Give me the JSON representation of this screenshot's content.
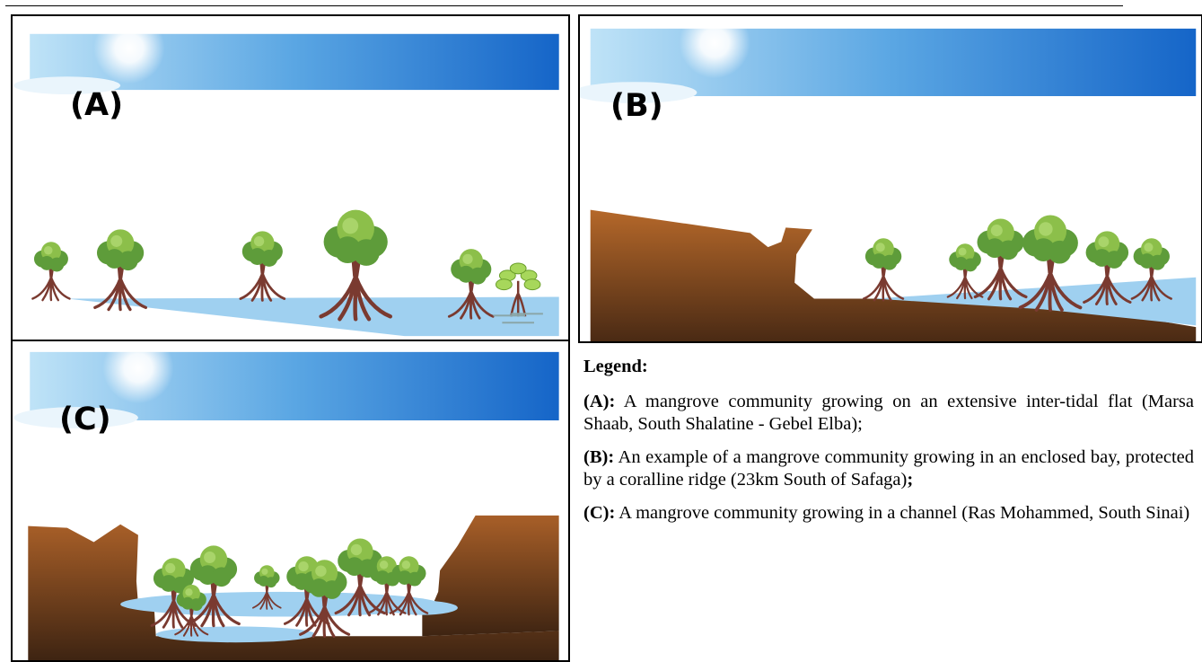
{
  "panels": [
    {
      "id": "A",
      "label": "(A)"
    },
    {
      "id": "B",
      "label": "(B)"
    },
    {
      "id": "C",
      "label": "(C)"
    }
  ],
  "legend": {
    "title": "Legend:",
    "items": [
      {
        "key": "(A):",
        "text": " A mangrove community growing on an extensive inter-tidal flat (Marsa Shaab, South Shalatine - Gebel Elba);"
      },
      {
        "key": "(B):",
        "text": " An example of a mangrove community growing in an enclosed bay, protected by a coralline ridge (23km South of Safaga)",
        "tail": ";"
      },
      {
        "key": "(C):",
        "text": " A mangrove community growing in a channel (Ras Mohammed, South Sinai)"
      }
    ]
  },
  "colors": {
    "sky_top": "#1565c8",
    "sky_light": "#bfe3f7",
    "water": "#9fd0f0",
    "rock_top": "#b5682a",
    "rock_bottom": "#4a2a14",
    "root": "#7a3a30",
    "foliage": "#5e9c3a",
    "foliage_light": "#a7d75b"
  }
}
